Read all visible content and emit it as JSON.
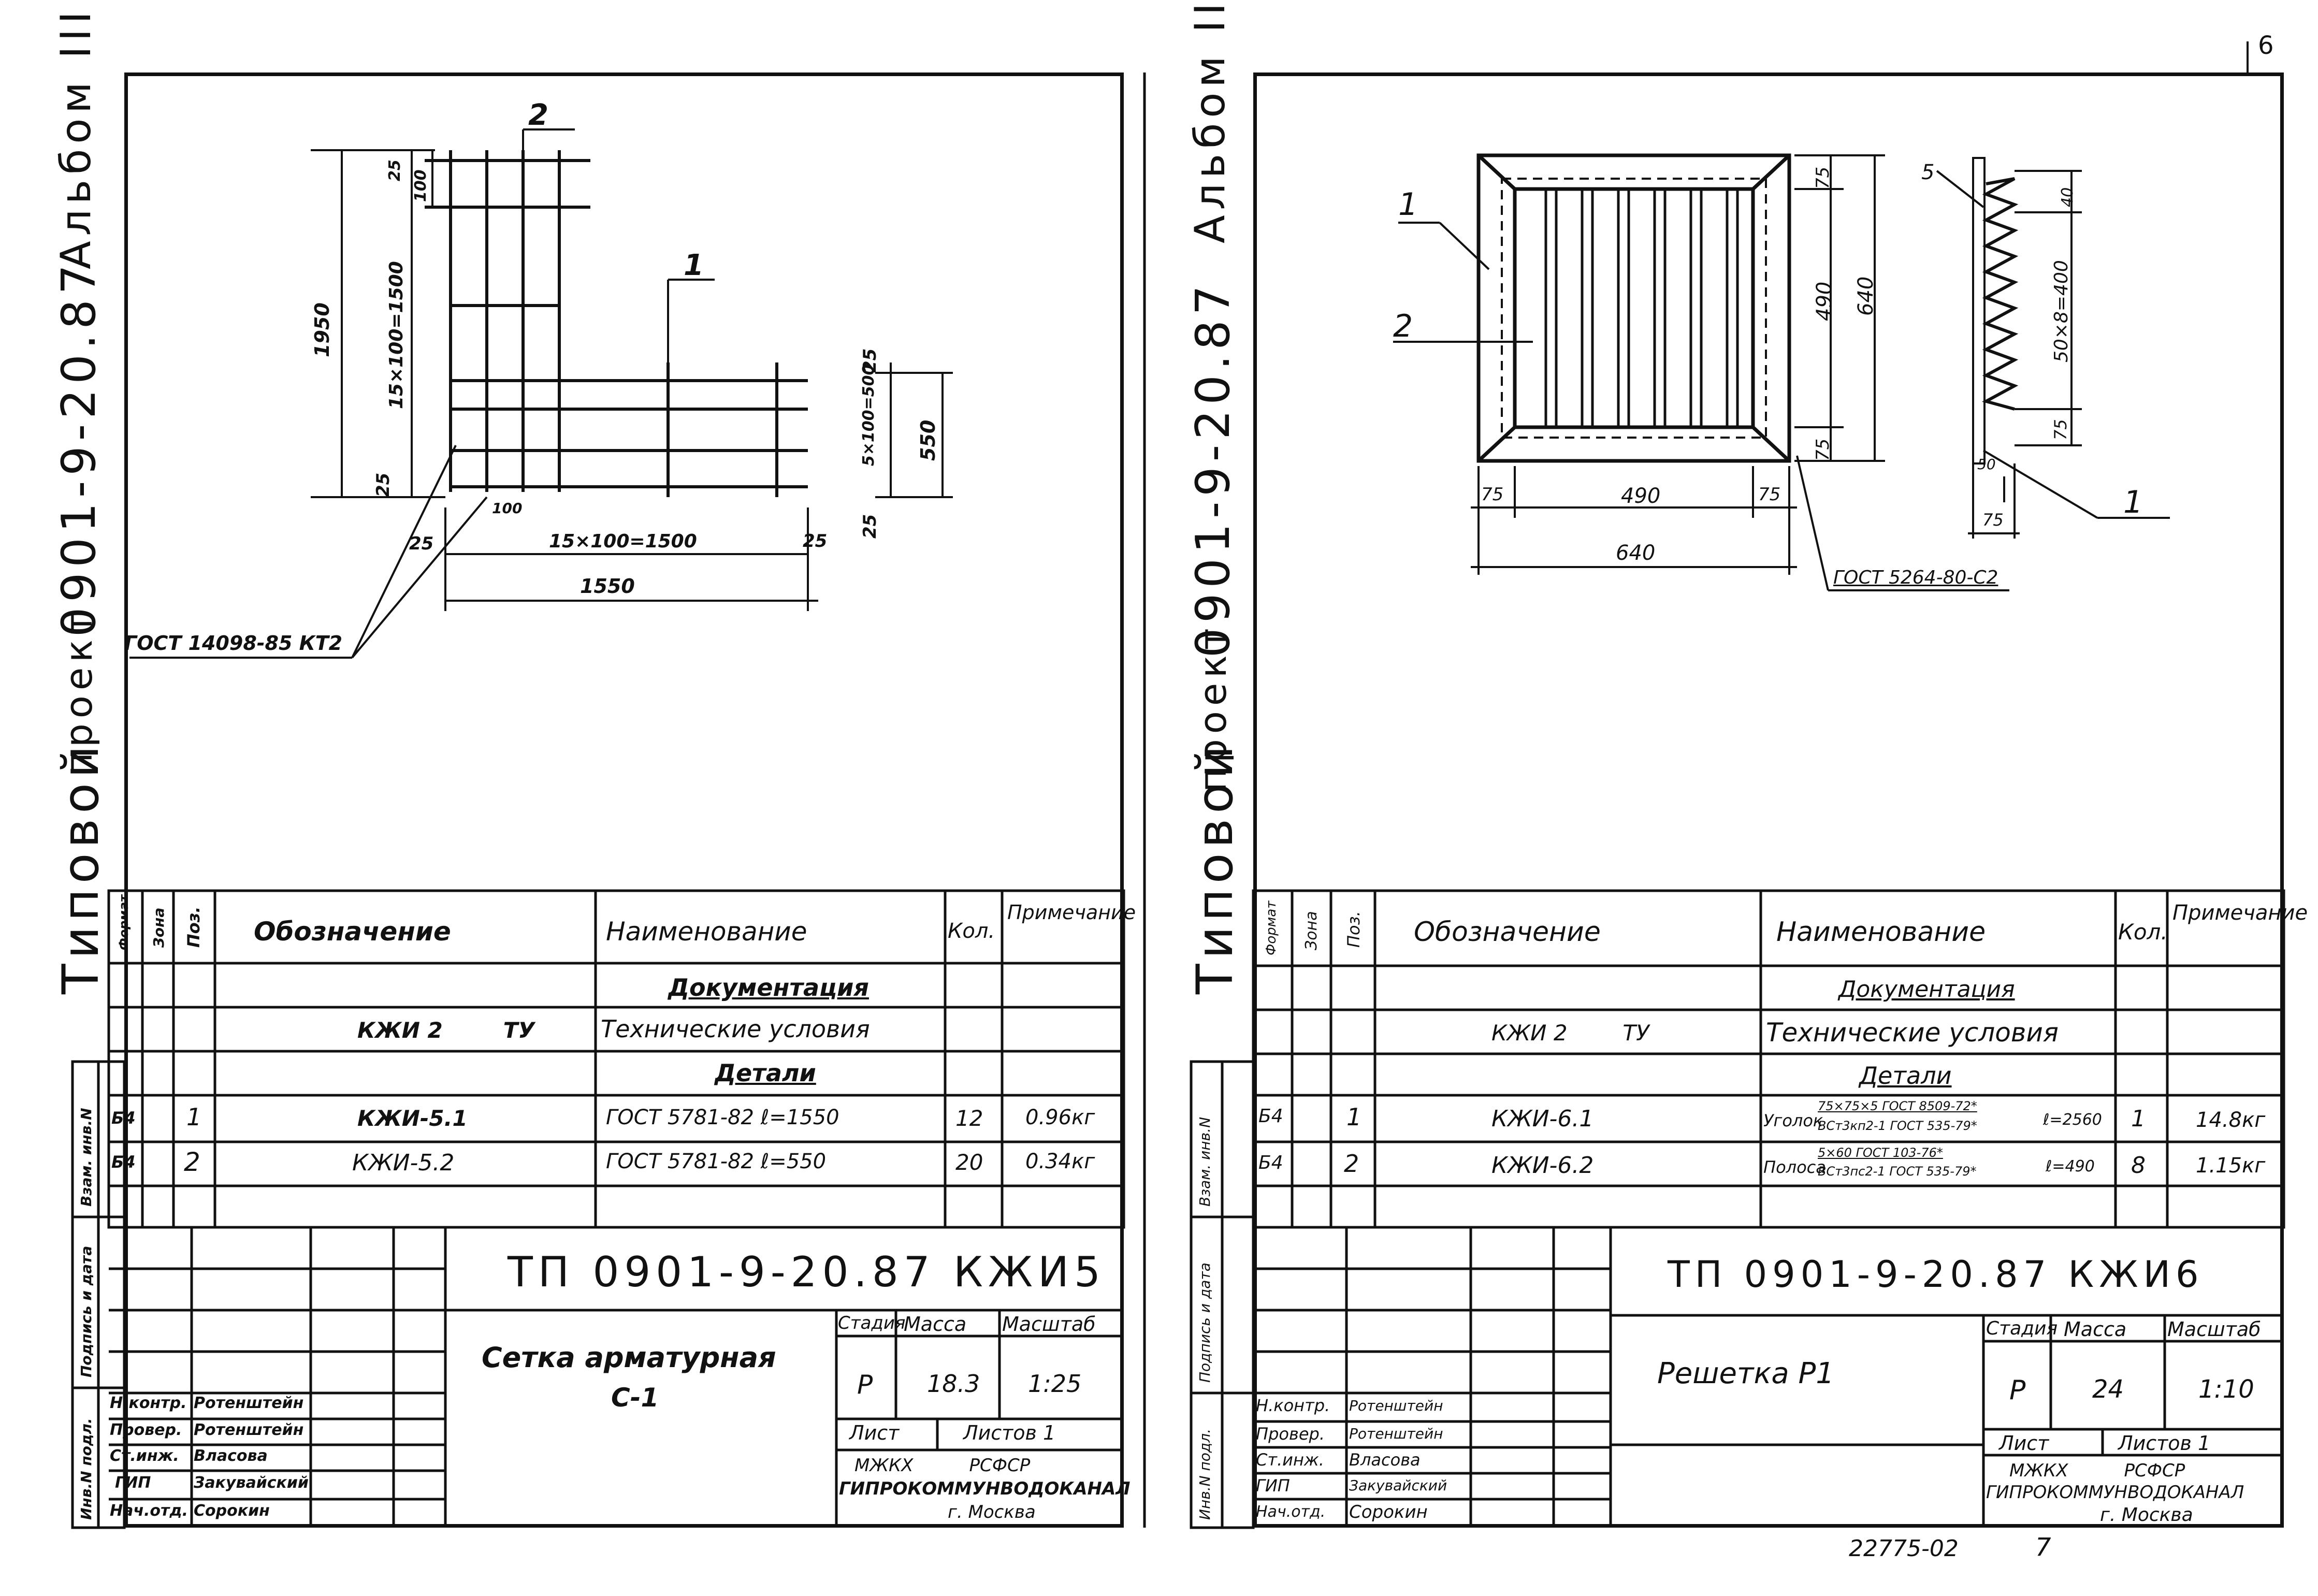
{
  "page_number": "6",
  "bottom_code": "22775-02",
  "bottom_page": "7",
  "left": {
    "side_title": [
      "Типовой",
      "проект",
      "0901-9-20.87",
      "Альбом III"
    ],
    "side_cells": [
      "Инв.N подл.",
      "Подпись и дата",
      "Взам. инв.N"
    ],
    "drawing": {
      "labels": {
        "mark1": "1",
        "mark2": "2",
        "d1950": "1950",
        "d15x100_1500v": "15×100=1500",
        "d25a": "25",
        "d100": "100",
        "d25b": "25",
        "d5x100": "5×100=500",
        "d550": "550",
        "d25c": "25",
        "d25d": "25",
        "d25e": "25",
        "d100b": "100",
        "d15x100_1500h": "15×100=1500",
        "d25f": "25",
        "d1550": "1550",
        "gost": "ГОСТ 14098-85 КТ2"
      }
    },
    "table": {
      "headers": [
        "Формат",
        "Зона",
        "Поз.",
        "Обозначение",
        "Наименование",
        "Кол.",
        "Примечание"
      ],
      "rows": [
        {
          "format": "",
          "zone": "",
          "pos": "",
          "designation": "",
          "name": "Документация",
          "qty": "",
          "note": ""
        },
        {
          "format": "",
          "zone": "",
          "pos": "",
          "designation": "КЖИ 2        ТУ",
          "name": "Технические условия",
          "qty": "",
          "note": ""
        },
        {
          "format": "",
          "zone": "",
          "pos": "",
          "designation": "",
          "name": "Детали",
          "qty": "",
          "note": ""
        },
        {
          "format": "Б4",
          "zone": "",
          "pos": "1",
          "designation": "КЖИ-5.1",
          "name": "ГОСТ 5781-82  ℓ=1550",
          "qty": "12",
          "note": "0.96кг"
        },
        {
          "format": "Б4",
          "zone": "",
          "pos": "2",
          "designation": "КЖИ-5.2",
          "name": "ГОСТ 5781-82  ℓ=550",
          "qty": "20",
          "note": "0.34кг"
        }
      ]
    },
    "stamp": {
      "doc_code": "ТП 0901-9-20.87 КЖИ5",
      "title": "Сетка арматурная",
      "subtitle": "С-1",
      "stage_label": "Стадия",
      "mass_label": "Масса",
      "scale_label": "Масштаб",
      "stage": "Р",
      "mass": "18.3",
      "scale": "1:25",
      "sheet_label": "Лист",
      "sheets_label": "Листов 1",
      "org1": "МЖКХ          РСФСР",
      "org2": "ГИПРОКОММУНВОДОКАНАЛ",
      "org3": "г. Москва",
      "people": [
        {
          "role": "Н.контр.",
          "name": "Ротенштейн"
        },
        {
          "role": "Провер.",
          "name": "Ротенштейн"
        },
        {
          "role": "Ст.инж.",
          "name": "Власова"
        },
        {
          "role": "ГИП",
          "name": "Закувайский"
        },
        {
          "role": "Нач.отд.",
          "name": "Сорокин"
        }
      ]
    }
  },
  "right": {
    "side_title": [
      "Типовой",
      "проект",
      "0901-9-20.87",
      "Альбом III"
    ],
    "side_cells": [
      "Инв.N подл.",
      "Подпись и дата",
      "Взам. инв.N"
    ],
    "drawing": {
      "labels": {
        "mark1": "1",
        "mark2": "2",
        "mark1b": "1",
        "mark5": "5",
        "d75a": "75",
        "d490v": "490",
        "d640v": "640",
        "d75b": "75",
        "d75c": "75",
        "d490h": "490",
        "d75d": "75",
        "d640h": "640",
        "d40": "40",
        "d50x8": "50×8=400",
        "d75e": "75",
        "d50": "50",
        "d75f": "75",
        "gost": "ГОСТ 5264-80-С2"
      }
    },
    "table": {
      "headers": [
        "Формат",
        "Зона",
        "Поз.",
        "Обозначение",
        "Наименование",
        "Кол.",
        "Примечание"
      ],
      "rows": [
        {
          "format": "",
          "zone": "",
          "pos": "",
          "designation": "",
          "name": "Документация",
          "qty": "",
          "note": ""
        },
        {
          "format": "",
          "zone": "",
          "pos": "",
          "designation": "КЖИ 2        ТУ",
          "name": "Технические условия",
          "qty": "",
          "note": ""
        },
        {
          "format": "",
          "zone": "",
          "pos": "",
          "designation": "",
          "name": "Детали",
          "qty": "",
          "note": ""
        },
        {
          "format": "Б4",
          "zone": "",
          "pos": "1",
          "designation": "КЖИ-6.1",
          "name_prefix": "Уголок",
          "name_top": "75×75×5 ГОСТ 8509-72*",
          "name_bottom": "ВСт3кп2-1 ГОСТ 535-79*",
          "name_len": "ℓ=2560",
          "qty": "1",
          "note": "14.8кг"
        },
        {
          "format": "Б4",
          "zone": "",
          "pos": "2",
          "designation": "КЖИ-6.2",
          "name_prefix": "Полоса",
          "name_top": "5×60 ГОСТ 103-76*",
          "name_bottom": "ВСт3пс2-1 ГОСТ 535-79*",
          "name_len": "ℓ=490",
          "qty": "8",
          "note": "1.15кг"
        }
      ]
    },
    "stamp": {
      "doc_code": "ТП 0901-9-20.87 КЖИ6",
      "title": "Решетка Р1",
      "stage_label": "Стадия",
      "mass_label": "Масса",
      "scale_label": "Масштаб",
      "stage": "Р",
      "mass": "24",
      "scale": "1:10",
      "sheet_label": "Лист",
      "sheets_label": "Листов 1",
      "org1": "МЖКХ          РСФСР",
      "org2": "ГИПРОКОММУНВОДОКАНАЛ",
      "org3": "г. Москва",
      "people": [
        {
          "role": "Н.контр.",
          "name": "Ротенштейн"
        },
        {
          "role": "Провер.",
          "name": "Ротенштейн"
        },
        {
          "role": "Ст.инж.",
          "name": "Власова"
        },
        {
          "role": "ГИП",
          "name": "Закувайский"
        },
        {
          "role": "Нач.отд.",
          "name": "Сорокин"
        }
      ]
    }
  }
}
